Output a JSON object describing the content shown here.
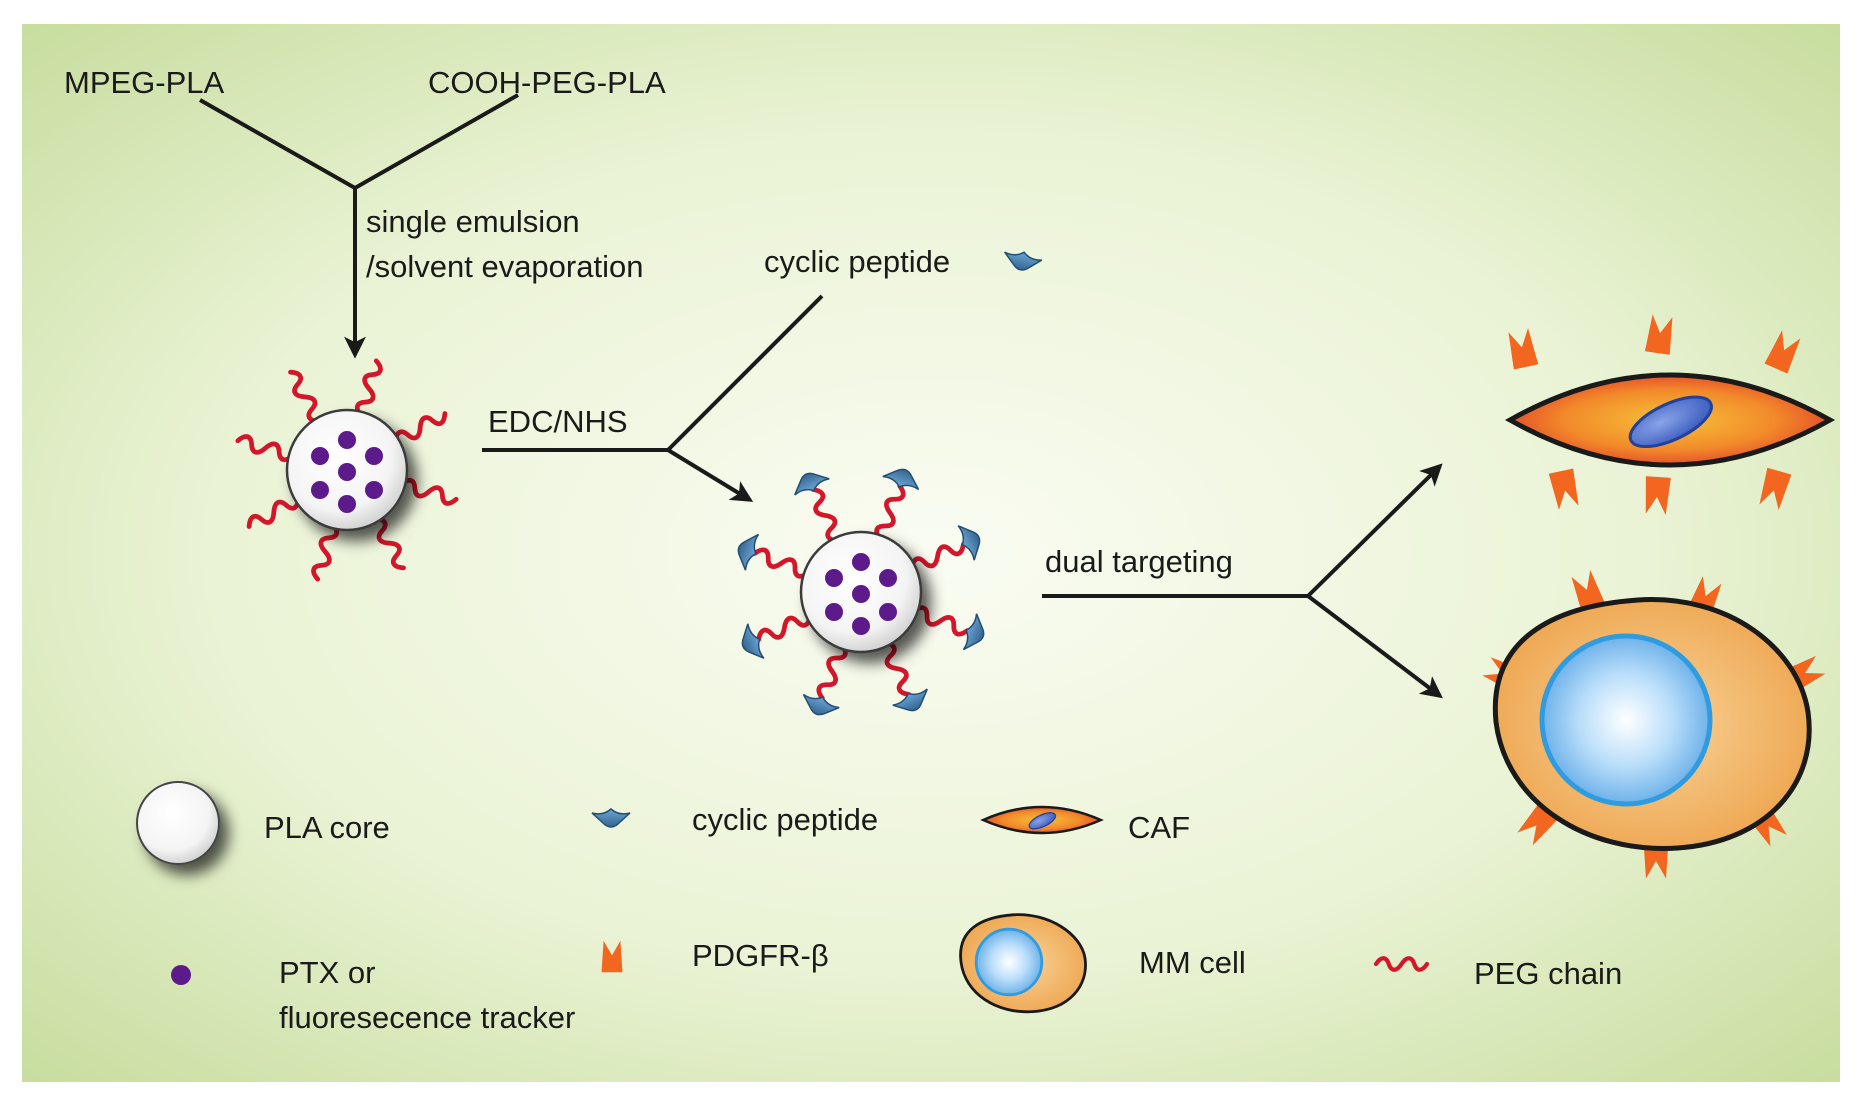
{
  "labels": {
    "mpeg_pla": "MPEG-PLA",
    "cooh_peg_pla": "COOH-PEG-PLA",
    "single_emulsion": "single emulsion",
    "solvent_evaporation": "/solvent evaporation",
    "cyclic_peptide_top": "cyclic peptide",
    "edc_nhs": "EDC/NHS",
    "dual_targeting": "dual targeting"
  },
  "legend": {
    "pla_core": "PLA core",
    "cyclic_peptide": "cyclic peptide",
    "caf": "CAF",
    "ptx_line1": "PTX or",
    "ptx_line2": "fluoresecence tracker",
    "pdgfr": "PDGFR-β",
    "mm_cell": "MM cell",
    "peg_chain": "PEG chain"
  },
  "colors": {
    "background_center": "#f7faed",
    "background_edge": "#c9dfa2",
    "peg_chain": "#d4162a",
    "drug_dot": "#5c1a8a",
    "peptide": "#4c86b9",
    "receptor": "#f2661f",
    "caf_body": "#f27d2e",
    "caf_nucleus": "#4c6fc4",
    "mm_body": "#f3b35f",
    "mm_nucleus": "#7fc3f2"
  }
}
